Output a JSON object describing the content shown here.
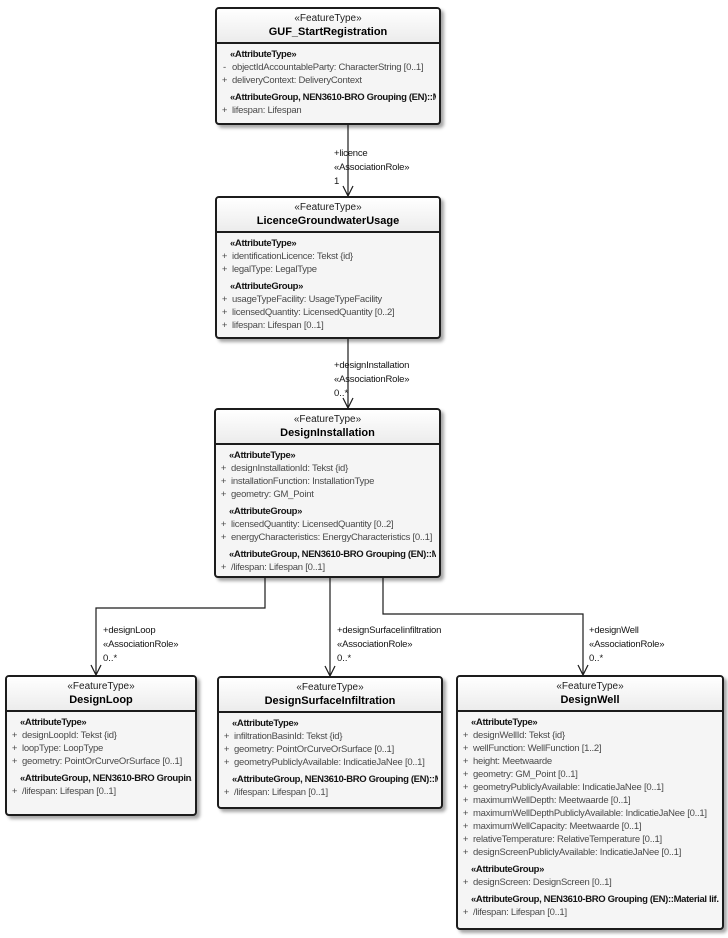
{
  "colors": {
    "line": "#1c1c1c",
    "attribute_text": "#4a4a4a",
    "box_fill": "#f5f5f5"
  },
  "diagram": {
    "classes": [
      {
        "stereotype": "«FeatureType»",
        "name": "GUF_StartRegistration",
        "rows": [
          {
            "kind": "stereo",
            "text": "«AttributeType»"
          },
          {
            "kind": "attr",
            "vis": "-",
            "text": "objectIdAccountableParty: CharacterString [0..1]"
          },
          {
            "kind": "attr",
            "vis": "+",
            "text": "deliveryContext: DeliveryContext"
          },
          {
            "kind": "stereo",
            "text": "«AttributeGroup, NEN3610-BRO Grouping (EN)::M..."
          },
          {
            "kind": "attr",
            "vis": "+",
            "text": "lifespan: Lifespan"
          }
        ]
      },
      {
        "stereotype": "«FeatureType»",
        "name": "LicenceGroundwaterUsage",
        "rows": [
          {
            "kind": "stereo",
            "text": "«AttributeType»"
          },
          {
            "kind": "attr",
            "vis": "+",
            "text": "identificationLicence: Tekst {id}"
          },
          {
            "kind": "attr",
            "vis": "+",
            "text": "legalType: LegalType"
          },
          {
            "kind": "stereo",
            "text": "«AttributeGroup»"
          },
          {
            "kind": "attr",
            "vis": "+",
            "text": "usageTypeFacility: UsageTypeFacility"
          },
          {
            "kind": "attr",
            "vis": "+",
            "text": "licensedQuantity: LicensedQuantity [0..2]"
          },
          {
            "kind": "attr",
            "vis": "+",
            "text": "lifespan: Lifespan [0..1]"
          }
        ]
      },
      {
        "stereotype": "«FeatureType»",
        "name": "DesignInstallation",
        "rows": [
          {
            "kind": "stereo",
            "text": "«AttributeType»"
          },
          {
            "kind": "attr",
            "vis": "+",
            "text": "designInstallationId: Tekst {id}"
          },
          {
            "kind": "attr",
            "vis": "+",
            "text": "installationFunction: InstallationType"
          },
          {
            "kind": "attr",
            "vis": "+",
            "text": "geometry: GM_Point"
          },
          {
            "kind": "stereo",
            "text": "«AttributeGroup»"
          },
          {
            "kind": "attr",
            "vis": "+",
            "text": "licensedQuantity: LicensedQuantity [0..2]"
          },
          {
            "kind": "attr",
            "vis": "+",
            "text": "energyCharacteristics: EnergyCharacteristics [0..1]"
          },
          {
            "kind": "stereo",
            "text": "«AttributeGroup, NEN3610-BRO Grouping (EN)::M..."
          },
          {
            "kind": "attr",
            "vis": "+",
            "text": "/lifespan: Lifespan [0..1]"
          }
        ]
      },
      {
        "stereotype": "«FeatureType»",
        "name": "DesignLoop",
        "rows": [
          {
            "kind": "stereo",
            "text": "«AttributeType»"
          },
          {
            "kind": "attr",
            "vis": "+",
            "text": "designLoopId: Tekst {id}"
          },
          {
            "kind": "attr",
            "vis": "+",
            "text": "loopType: LoopType"
          },
          {
            "kind": "attr",
            "vis": "+",
            "text": "geometry: PointOrCurveOrSurface [0..1]"
          },
          {
            "kind": "stereo",
            "text": "«AttributeGroup, NEN3610-BRO Groupin..."
          },
          {
            "kind": "attr",
            "vis": "+",
            "text": "/lifespan: Lifespan [0..1]"
          }
        ]
      },
      {
        "stereotype": "«FeatureType»",
        "name": "DesignSurfaceInfiltration",
        "rows": [
          {
            "kind": "stereo",
            "text": "«AttributeType»"
          },
          {
            "kind": "attr",
            "vis": "+",
            "text": "infiltrationBasinId: Tekst {id}"
          },
          {
            "kind": "attr",
            "vis": "+",
            "text": "geometry: PointOrCurveOrSurface [0..1]"
          },
          {
            "kind": "attr",
            "vis": "+",
            "text": "geometryPubliclyAvailable: IndicatieJaNee [0..1]"
          },
          {
            "kind": "stereo",
            "text": "«AttributeGroup, NEN3610-BRO Grouping (EN)::M..."
          },
          {
            "kind": "attr",
            "vis": "+",
            "text": "/lifespan: Lifespan [0..1]"
          }
        ]
      },
      {
        "stereotype": "«FeatureType»",
        "name": "DesignWell",
        "rows": [
          {
            "kind": "stereo",
            "text": "«AttributeType»"
          },
          {
            "kind": "attr",
            "vis": "+",
            "text": "designWellId: Tekst {id}"
          },
          {
            "kind": "attr",
            "vis": "+",
            "text": "wellFunction: WellFunction [1..2]"
          },
          {
            "kind": "attr",
            "vis": "+",
            "text": "height: Meetwaarde"
          },
          {
            "kind": "attr",
            "vis": "+",
            "text": "geometry: GM_Point [0..1]"
          },
          {
            "kind": "attr",
            "vis": "+",
            "text": "geometryPubliclyAvailable: IndicatieJaNee [0..1]"
          },
          {
            "kind": "attr",
            "vis": "+",
            "text": "maximumWellDepth: Meetwaarde [0..1]"
          },
          {
            "kind": "attr",
            "vis": "+",
            "text": "maximumWellDepthPubliclyAvailable: IndicatieJaNee [0..1]"
          },
          {
            "kind": "attr",
            "vis": "+",
            "text": "maximumWellCapacity: Meetwaarde [0..1]"
          },
          {
            "kind": "attr",
            "vis": "+",
            "text": "relativeTemperature: RelativeTemperature [0..1]"
          },
          {
            "kind": "attr",
            "vis": "+",
            "text": "designScreenPubliclyAvailable: IndicatieJaNee [0..1]"
          },
          {
            "kind": "stereo",
            "text": "«AttributeGroup»"
          },
          {
            "kind": "attr",
            "vis": "+",
            "text": "designScreen: DesignScreen [0..1]"
          },
          {
            "kind": "stereo",
            "text": "«AttributeGroup, NEN3610-BRO Grouping (EN)::Material lif..."
          },
          {
            "kind": "attr",
            "vis": "+",
            "text": "/lifespan: Lifespan [0..1]"
          }
        ]
      }
    ],
    "connectors": [
      {
        "role": "+licence",
        "stereotype": "«AssociationRole»",
        "multiplicity": "1"
      },
      {
        "role": "+designInstallation",
        "stereotype": "«AssociationRole»",
        "multiplicity": "0..*"
      },
      {
        "role": "+designLoop",
        "stereotype": "«AssociationRole»",
        "multiplicity": "0..*"
      },
      {
        "role": "+designSurfaceIinfiltration",
        "stereotype": "«AssociationRole»",
        "multiplicity": "0..*"
      },
      {
        "role": "+designWell",
        "stereotype": "«AssociationRole»",
        "multiplicity": "0..*"
      }
    ]
  }
}
